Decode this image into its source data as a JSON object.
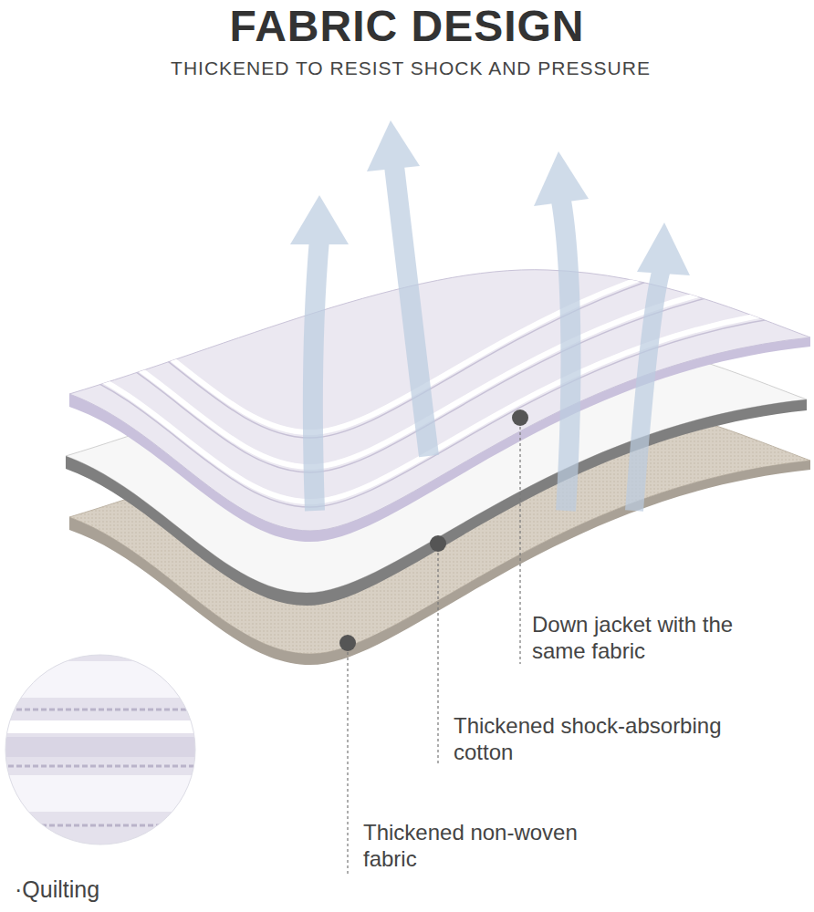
{
  "diagram": {
    "title": "FABRIC DESIGN",
    "labels": [
      "THICKENED TO RESIST SHOCK AND PRESSURE",
      "Down jacket with the same fabric",
      "Thickened shock-absorbing cotton",
      "Thickened non-woven fabric",
      "·Quilting"
    ]
  }
}
